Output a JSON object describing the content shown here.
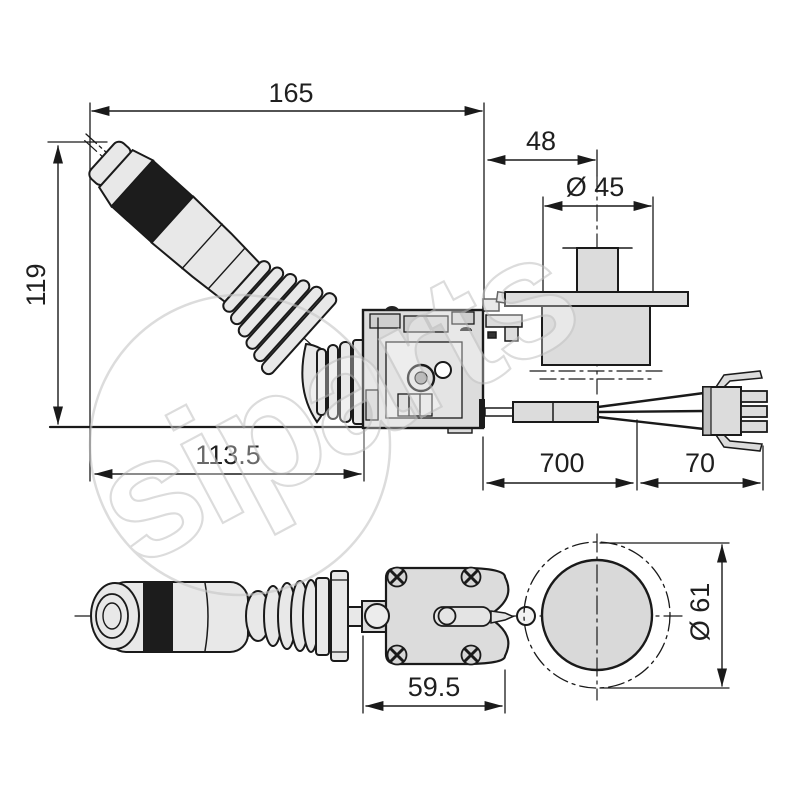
{
  "drawing": {
    "type": "technical-dimension-drawing",
    "subject": "joystick control lever switch, side view, flange side view, front view, cable with connector",
    "dimensions": {
      "overall_length": "165",
      "height": "119",
      "stem_offset": "48",
      "flange_diameter": "Ø 45",
      "body_length": "113.5",
      "cable_length": "700",
      "connector_length": "70",
      "plate_width": "59.5",
      "knob_diameter": "Ø 61"
    },
    "watermark": {
      "text": "siparts"
    },
    "colors": {
      "line": "#1a1a1a",
      "dimension_line": "#1a1a1a",
      "fill_light": "#e8e8e8",
      "fill_mid": "#dcdcdc",
      "band_black": "#1c1c1c",
      "watermark_gray": "#c6c6c6",
      "background": "#ffffff"
    }
  }
}
